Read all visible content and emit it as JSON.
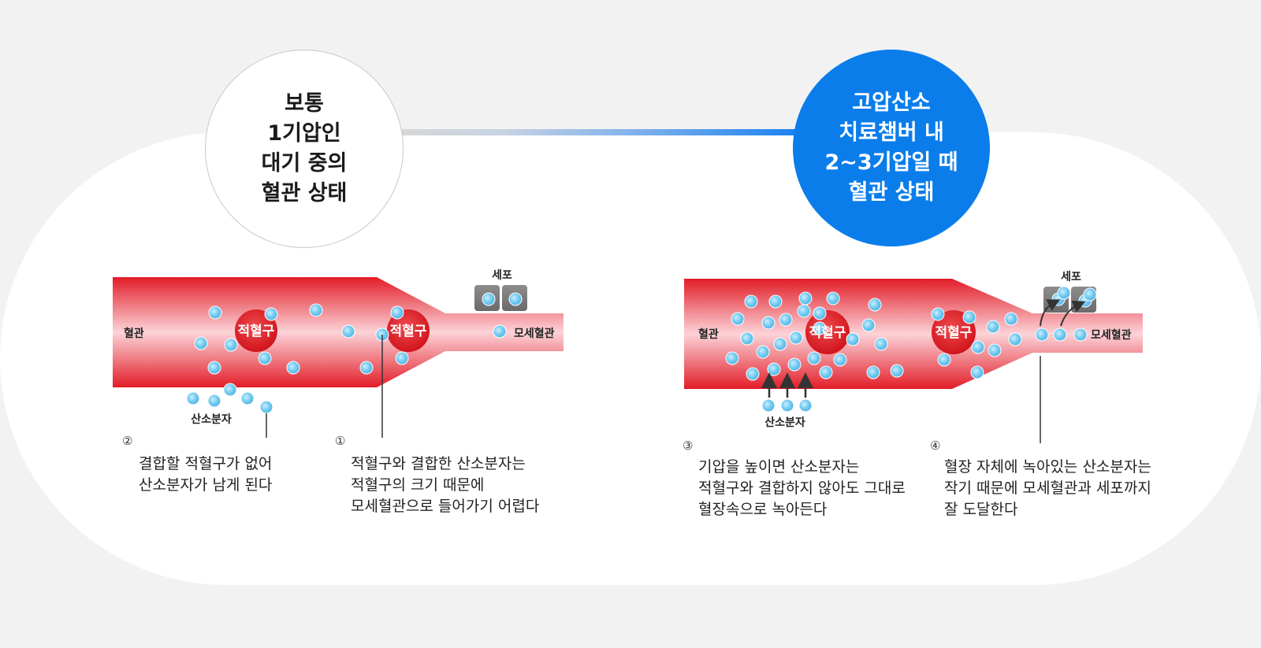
{
  "left_state": {
    "title": "보통\n1기압인\n대기 중의\n혈관 상태"
  },
  "right_state": {
    "title": "고압산소\n치료챔버 내\n2~3기압일 때\n혈관 상태"
  },
  "labels": {
    "vessel": "혈관",
    "rbc": "적혈구",
    "capillary": "모세혈관",
    "cell": "세포",
    "oxygen": "산소분자"
  },
  "captions": [
    {
      "num": "②",
      "text": "결합할 적혈구가 없어\n산소분자가 남게 된다"
    },
    {
      "num": "①",
      "text": "적혈구와 결합한 산소분자는\n적혈구의 크기 때문에\n모세혈관으로 들어가기 어렵다"
    },
    {
      "num": "③",
      "text": "기압을 높이면 산소분자는\n적혈구와 결합하지 않아도 그대로\n혈장속으로 녹아든다"
    },
    {
      "num": "④",
      "text": "혈장 자체에 녹아있는 산소분자는\n작기 때문에 모세혈관과 세포까지\n잘 도달한다"
    }
  ],
  "colors": {
    "background": "#f2f2f2",
    "accent": "#0a7deb",
    "vessel_red": "#e8202a",
    "rbc_red": "#dc1b24",
    "oxygen_blue": "#7fd0f2"
  }
}
